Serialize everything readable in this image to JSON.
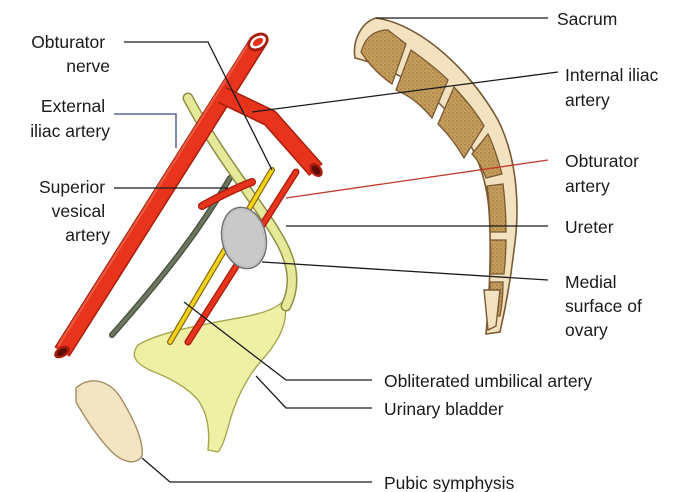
{
  "labels": {
    "sacrum": "Sacrum",
    "obturator_nerve": [
      "Obturator",
      "nerve"
    ],
    "external_iliac": [
      "External",
      "iliac artery"
    ],
    "internal_iliac": [
      "Internal iliac",
      "artery"
    ],
    "superior_vesical": [
      "Superior",
      "vesical",
      "artery"
    ],
    "obturator_artery": [
      "Obturator",
      "artery"
    ],
    "ureter": "Ureter",
    "medial_surface_ovary": [
      "Medial",
      "surface of",
      "ovary"
    ],
    "obliterated_umbilical": "Obliterated umbilical artery",
    "urinary_bladder": "Urinary bladder",
    "pubic_symphysis": "Pubic symphysis"
  },
  "colors": {
    "artery": "#e8341c",
    "artery_edge": "#a81d0c",
    "sacrum_body": "#c69e5c",
    "sacrum_outline": "#7a5a34",
    "sacrum_rim": "#f3e2c0",
    "bladder": "#eef0a6",
    "bladder_edge": "#a6a650",
    "ureter": "#e6e89a",
    "nerve": "#f3d21c",
    "umbilical_cord": "#5d6650",
    "ovary": "#c9c9c9",
    "pubis": "#f3e4c4",
    "leader_dark": "#1a1a1a",
    "leader_red": "#c0392b",
    "leader_blue": "#3a4a8a"
  }
}
